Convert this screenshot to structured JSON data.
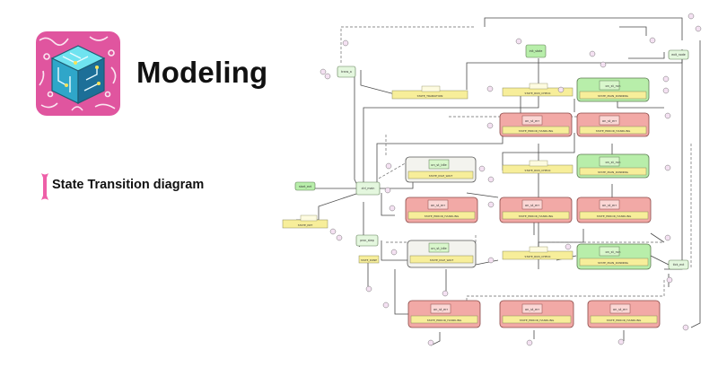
{
  "header": {
    "title": "Modeling"
  },
  "subtitle": "State Transition diagram",
  "logo": {
    "icon": "circuit-cube-icon"
  },
  "colors": {
    "green": "#b8eeaa",
    "red": "#f2a9a6",
    "grey": "#f3f3ee",
    "yellow": "#f7ee9a",
    "line": "#4a4a4a"
  },
  "diagram": {
    "groups": [
      {
        "id": "g1",
        "kind": "green",
        "label": "on_st_run",
        "bar": "STATE_MAIN_RUNNING"
      },
      {
        "id": "g2",
        "kind": "red",
        "label": "on_st_err",
        "bar": "STATE_ERROR_HANDLING"
      },
      {
        "id": "g3",
        "kind": "red",
        "label": "on_st_err",
        "bar": "STATE_ERROR_HANDLING"
      },
      {
        "id": "g4",
        "kind": "green",
        "label": "on_st_run",
        "bar": "STATE_MAIN_RUNNING"
      },
      {
        "id": "g5",
        "kind": "grey",
        "label": "on_st_idle",
        "bar": "STATE_IDLE_WAIT"
      },
      {
        "id": "g6",
        "kind": "red",
        "label": "on_st_err",
        "bar": "STATE_ERROR_HANDLING"
      },
      {
        "id": "g7",
        "kind": "red",
        "label": "on_st_err",
        "bar": "STATE_ERROR_HANDLING"
      },
      {
        "id": "g8",
        "kind": "red",
        "label": "on_st_err",
        "bar": "STATE_ERROR_HANDLING"
      },
      {
        "id": "g9",
        "kind": "grey",
        "label": "on_st_idle",
        "bar": "STATE_IDLE_WAIT"
      },
      {
        "id": "g10",
        "kind": "green",
        "label": "on_st_run",
        "bar": "STATE_MAIN_RUNNING"
      },
      {
        "id": "g11",
        "kind": "red",
        "label": "on_st_err",
        "bar": "STATE_ERROR_HANDLING"
      },
      {
        "id": "g12",
        "kind": "red",
        "label": "on_st_err",
        "bar": "STATE_ERROR_HANDLING"
      },
      {
        "id": "g13",
        "kind": "red",
        "label": "on_st_err",
        "bar": "STATE_ERROR_HANDLING"
      }
    ],
    "nodes": [
      {
        "id": "n1",
        "label": "start_evt"
      },
      {
        "id": "n2",
        "label": "trans_a"
      },
      {
        "id": "n3",
        "label": "init_state"
      },
      {
        "id": "n4",
        "label": "ctrl_main"
      },
      {
        "id": "n5",
        "label": "proc_step"
      },
      {
        "id": "n6",
        "label": "exit_node"
      },
      {
        "id": "n7",
        "label": "tick_evt"
      }
    ],
    "bars": [
      {
        "id": "b1",
        "label": "STATE_TRANSITION"
      },
      {
        "id": "b2",
        "label": "STATE_INIT"
      },
      {
        "id": "b3",
        "label": "STATE_RUN_CHECK"
      },
      {
        "id": "b4",
        "label": "STATE_RUN_CHECK"
      },
      {
        "id": "b5",
        "label": "STATE_RUN_CHECK"
      },
      {
        "id": "b6",
        "label": "STATE_DONE"
      }
    ]
  }
}
